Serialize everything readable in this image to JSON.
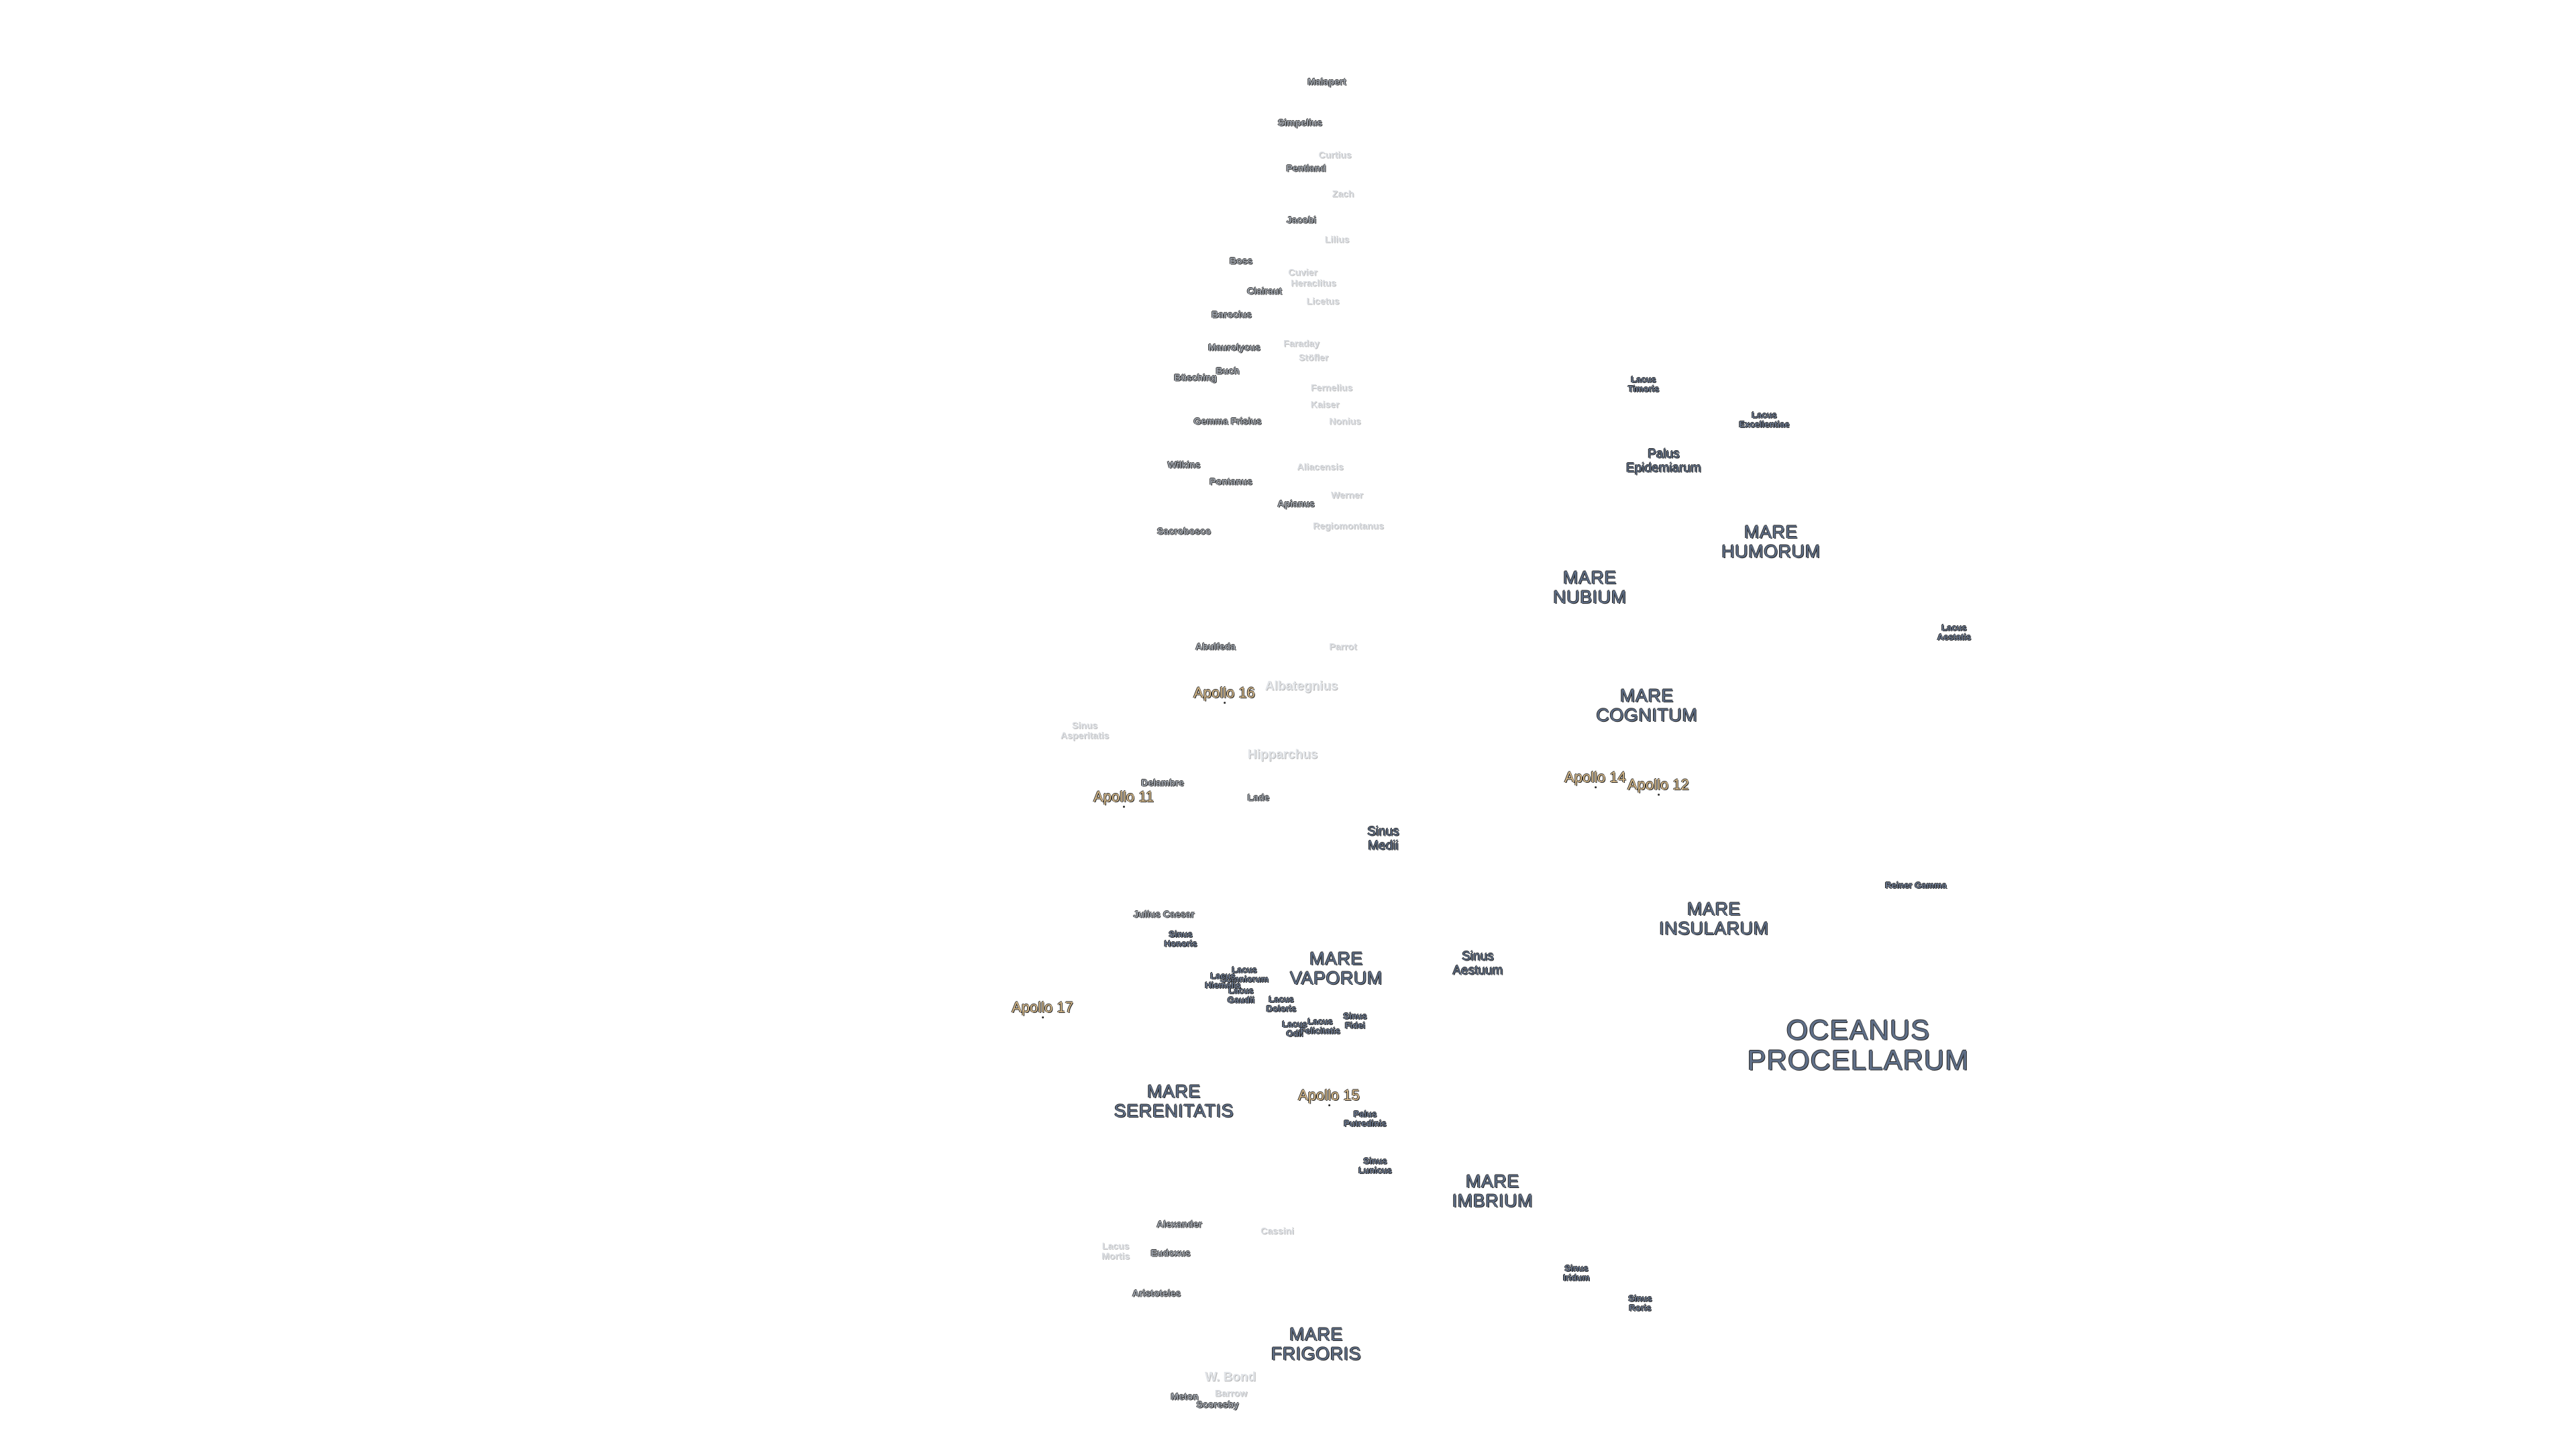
{
  "map": {
    "features": [
      {
        "name": "OCEANUS\nPROCELLARUM",
        "kind": "ocean"
      },
      {
        "name": "MARE\nNUBIUM",
        "kind": "sea"
      },
      {
        "name": "MARE\nHUMORUM",
        "kind": "sea"
      },
      {
        "name": "MARE\nCOGNITUM",
        "kind": "sea"
      },
      {
        "name": "MARE\nINSULARUM",
        "kind": "sea"
      },
      {
        "name": "MARE\nVAPORUM",
        "kind": "sea"
      },
      {
        "name": "MARE\nSERENITATIS",
        "kind": "sea"
      },
      {
        "name": "MARE\nIMBRIUM",
        "kind": "sea"
      },
      {
        "name": "MARE\nFRIGORIS",
        "kind": "sea"
      },
      {
        "name": "Palus\nEpidemiarum",
        "kind": "feature"
      },
      {
        "name": "Sinus\nMedii",
        "kind": "feature"
      },
      {
        "name": "Sinus\nAestuum",
        "kind": "feature"
      },
      {
        "name": "Lacus\nTimoris",
        "kind": "small"
      },
      {
        "name": "Lacus\nExcellentiae",
        "kind": "small"
      },
      {
        "name": "Lacus\nAestatis",
        "kind": "small"
      },
      {
        "name": "Reiner Gamma",
        "kind": "small"
      },
      {
        "name": "Sinus\nHonoris",
        "kind": "small"
      },
      {
        "name": "Lacus\nSomniorum",
        "kind": "small"
      },
      {
        "name": "Lacus\nHiemalis",
        "kind": "small"
      },
      {
        "name": "Lacus\nGaudii",
        "kind": "small"
      },
      {
        "name": "Lacus\nDoloris",
        "kind": "small"
      },
      {
        "name": "Lacus\nOdii",
        "kind": "small"
      },
      {
        "name": "Lacus\nFelicitatis",
        "kind": "small"
      },
      {
        "name": "Sinus\nFidei",
        "kind": "small"
      },
      {
        "name": "Palus\nPutredinis",
        "kind": "small"
      },
      {
        "name": "Sinus\nLunicus",
        "kind": "small"
      },
      {
        "name": "Sinus\nIridum",
        "kind": "small"
      },
      {
        "name": "Sinus\nRoris",
        "kind": "small"
      },
      {
        "name": "Malapert",
        "kind": "crater"
      },
      {
        "name": "Simpelius",
        "kind": "crater"
      },
      {
        "name": "Curtius",
        "kind": "crater-faint"
      },
      {
        "name": "Pentland",
        "kind": "crater"
      },
      {
        "name": "Zach",
        "kind": "crater-faint"
      },
      {
        "name": "Jacobi",
        "kind": "crater"
      },
      {
        "name": "Lilius",
        "kind": "crater-faint"
      },
      {
        "name": "Boss",
        "kind": "crater"
      },
      {
        "name": "Cuvier",
        "kind": "crater-faint"
      },
      {
        "name": "Heraclitus",
        "kind": "crater-faint"
      },
      {
        "name": "Clairaut",
        "kind": "crater"
      },
      {
        "name": "Licetus",
        "kind": "crater-faint"
      },
      {
        "name": "Barocius",
        "kind": "crater"
      },
      {
        "name": "Maurolycus",
        "kind": "crater"
      },
      {
        "name": "Faraday",
        "kind": "crater-faint"
      },
      {
        "name": "Stöfler",
        "kind": "crater-faint"
      },
      {
        "name": "Buch",
        "kind": "crater"
      },
      {
        "name": "Büsching",
        "kind": "crater"
      },
      {
        "name": "Fernelius",
        "kind": "crater-faint"
      },
      {
        "name": "Kaiser",
        "kind": "crater-faint"
      },
      {
        "name": "Gemma Frisius",
        "kind": "crater"
      },
      {
        "name": "Nonius",
        "kind": "crater-faint"
      },
      {
        "name": "Wilkins",
        "kind": "crater"
      },
      {
        "name": "Aliacensis",
        "kind": "crater-faint"
      },
      {
        "name": "Pontanus",
        "kind": "crater"
      },
      {
        "name": "Werner",
        "kind": "crater-faint"
      },
      {
        "name": "Apianus",
        "kind": "crater"
      },
      {
        "name": "Sacrobosco",
        "kind": "crater"
      },
      {
        "name": "Regiomontanus",
        "kind": "crater-faint"
      },
      {
        "name": "Abulfeda",
        "kind": "crater"
      },
      {
        "name": "Parrot",
        "kind": "crater-faint"
      },
      {
        "name": "Albategnius",
        "kind": "crater-lg"
      },
      {
        "name": "Sinus\nAsperitatis",
        "kind": "crater-faint"
      },
      {
        "name": "Hipparchus",
        "kind": "crater-lg"
      },
      {
        "name": "Delambre",
        "kind": "crater"
      },
      {
        "name": "Lade",
        "kind": "crater"
      },
      {
        "name": "Julius Caesar",
        "kind": "crater"
      },
      {
        "name": "Alexander",
        "kind": "crater"
      },
      {
        "name": "Lacus\nMortis",
        "kind": "crater-faint"
      },
      {
        "name": "Eudoxus",
        "kind": "crater"
      },
      {
        "name": "Cassini",
        "kind": "crater-faint"
      },
      {
        "name": "Aristoteles",
        "kind": "crater"
      },
      {
        "name": "W. Bond",
        "kind": "crater-lg"
      },
      {
        "name": "Meton",
        "kind": "crater"
      },
      {
        "name": "Barrow",
        "kind": "crater-faint"
      },
      {
        "name": "Scoresby",
        "kind": "crater"
      },
      {
        "name": "Apollo 11",
        "kind": "apollo"
      },
      {
        "name": "Apollo 12",
        "kind": "apollo"
      },
      {
        "name": "Apollo 14",
        "kind": "apollo"
      },
      {
        "name": "Apollo 15",
        "kind": "apollo"
      },
      {
        "name": "Apollo 16",
        "kind": "apollo"
      },
      {
        "name": "Apollo 17",
        "kind": "apollo"
      }
    ]
  }
}
